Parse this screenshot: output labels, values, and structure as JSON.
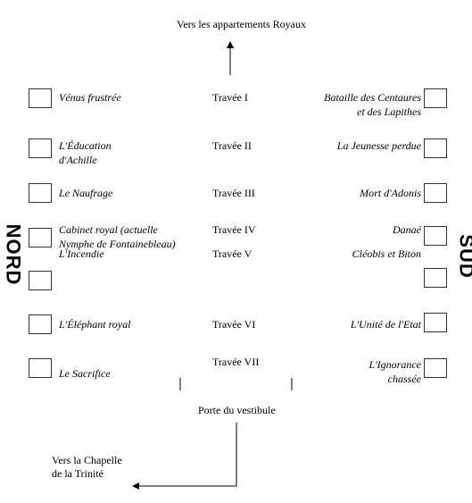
{
  "top_label": "Vers les appartements Royaux",
  "door_label": "Porte du vestibule",
  "chapel_label": [
    "Vers la Chapelle",
    "de la Trinité"
  ],
  "side_north": "NORD",
  "side_south": "SUD",
  "bays": [
    "Travée I",
    "Travée II",
    "Travée III",
    "Travée IV",
    "Travée V",
    "Travée VI",
    "Travée VII"
  ],
  "left_panels": [
    [
      "Vénus frustrée"
    ],
    [
      "L'Éducation",
      "d'Achille"
    ],
    [
      "Le Naufrage"
    ],
    [
      "Cabinet royal (actuelle",
      "Nymphe de Fontainebleau)"
    ],
    [
      "L'Incendie"
    ],
    [
      "L'Éléphant royal"
    ],
    [
      "Le Sacrifice"
    ]
  ],
  "right_panels": [
    [
      "Bataille des Centaures",
      "et des Lapithes"
    ],
    [
      "La Jeunesse perdue"
    ],
    [
      "Mort d'Adonis"
    ],
    [
      "Danaé"
    ],
    [
      "Cléobis et Biton"
    ],
    [
      "L'Unité de l'Etat"
    ],
    [
      "L'Ignorance",
      "chassée"
    ]
  ]
}
